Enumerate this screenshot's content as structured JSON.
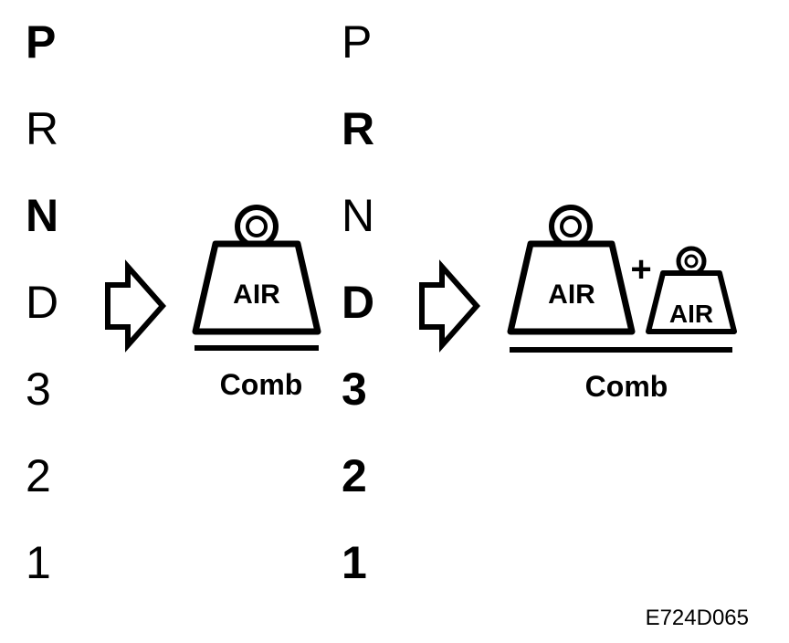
{
  "left_selector": {
    "gears": [
      {
        "label": "P",
        "bold": true
      },
      {
        "label": "R",
        "bold": false
      },
      {
        "label": "N",
        "bold": true
      },
      {
        "label": "D",
        "bold": false
      },
      {
        "label": "3",
        "bold": false
      },
      {
        "label": "2",
        "bold": false
      },
      {
        "label": "1",
        "bold": false
      }
    ]
  },
  "right_selector": {
    "gears": [
      {
        "label": "P",
        "bold": false
      },
      {
        "label": "R",
        "bold": true
      },
      {
        "label": "N",
        "bold": false
      },
      {
        "label": "D",
        "bold": true
      },
      {
        "label": "3",
        "bold": true
      },
      {
        "label": "2",
        "bold": true
      },
      {
        "label": "1",
        "bold": true
      }
    ]
  },
  "weight_single": {
    "weight_label": "AIR",
    "bar_label": "Comb"
  },
  "weight_combined": {
    "weight_label_large": "AIR",
    "plus_sign": "+",
    "weight_label_small": "AIR",
    "bar_label": "Comb"
  },
  "figure_code": "E724D065"
}
